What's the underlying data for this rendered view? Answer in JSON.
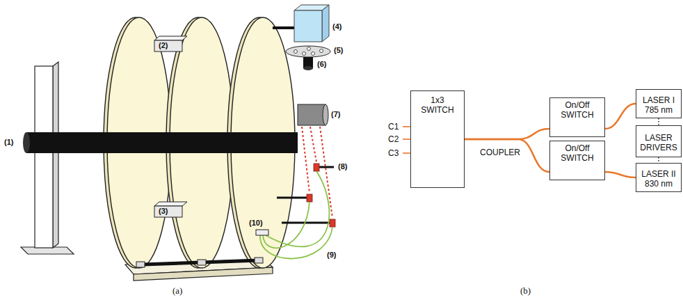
{
  "diagram": {
    "nodes": [
      {
        "text": [
          "1x3 SWITCH"
        ]
      },
      {
        "text": [
          "On/Off SWITCH"
        ]
      },
      {
        "text": [
          "On/Off SWITCH"
        ]
      },
      {
        "text": [
          "LASER I 785 nm"
        ]
      },
      {
        "text": [
          "LASER DRIVERS"
        ]
      },
      {
        "text": [
          "LASER II 830 nm"
        ]
      }
    ],
    "edges": [
      {
        "from": 0,
        "to": 1,
        "arrow": "none"
      },
      {
        "from": 0,
        "to": 2,
        "arrow": "none"
      },
      {
        "from": 1,
        "to": 3,
        "arrow": "none"
      },
      {
        "from": 2,
        "to": 5,
        "arrow": "none"
      },
      {
        "from": 3,
        "to": 4,
        "arrow": "none"
      },
      {
        "from": 4,
        "to": 5,
        "arrow": "none"
      }
    ],
    "labels": [
      "(1)",
      "(2)",
      "(3)",
      "(4)",
      "(5)",
      "(6)",
      "(7)",
      "(8)",
      "(9)",
      "(10)",
      "(a)",
      "C1",
      "C2",
      "C3",
      "COUPLER",
      "(b)"
    ]
  }
}
